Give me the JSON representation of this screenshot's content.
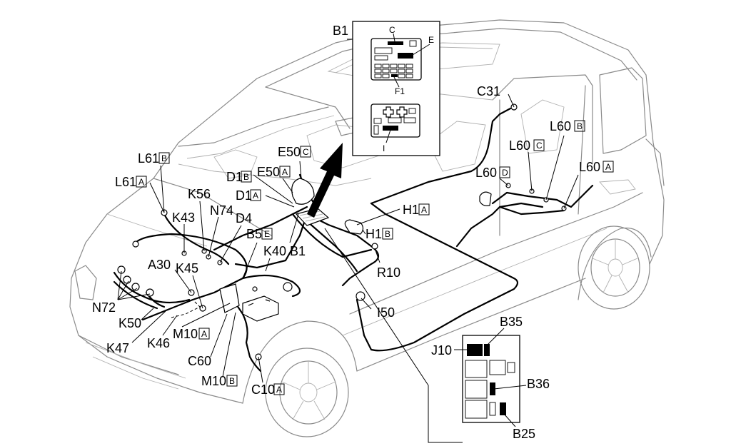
{
  "labels": {
    "B1_top": "B1",
    "C31": "C31",
    "L60_B": "L60",
    "L60_B_box": "B",
    "L60_C": "L60",
    "L60_C_box": "C",
    "L60_D": "L60",
    "L60_D_box": "D",
    "L60_A": "L60",
    "L60_A_box": "A",
    "E50_C": "E50",
    "E50_C_box": "C",
    "E50_A": "E50",
    "E50_A_box": "A",
    "D1_B": "D1",
    "D1_B_box": "B",
    "D1_A": "D1",
    "D1_A_box": "A",
    "L61_B": "L61",
    "L61_B_box": "B",
    "L61_A": "L61",
    "L61_A_box": "A",
    "K56": "K56",
    "N74": "N74",
    "K43": "K43",
    "D4": "D4",
    "B5_E": "B5",
    "B5_E_box": "E",
    "H1_A": "H1",
    "H1_A_box": "A",
    "H1_B": "H1",
    "H1_B_box": "B",
    "K40": "K40",
    "B1_mid": "B1",
    "R10": "R10",
    "A30": "A30",
    "K45": "K45",
    "I50": "I50",
    "N72": "N72",
    "K50": "K50",
    "M10_A": "M10",
    "M10_A_box": "A",
    "K46": "K46",
    "K47": "K47",
    "C60": "C60",
    "M10_B": "M10",
    "M10_B_box": "B",
    "C10_A": "C10",
    "C10_A_box": "A",
    "B35": "B35",
    "J10": "J10",
    "B36": "B36",
    "B25": "B25"
  },
  "fuse_box": {
    "C": "C",
    "E": "E",
    "F1": "F1",
    "I": "I"
  }
}
